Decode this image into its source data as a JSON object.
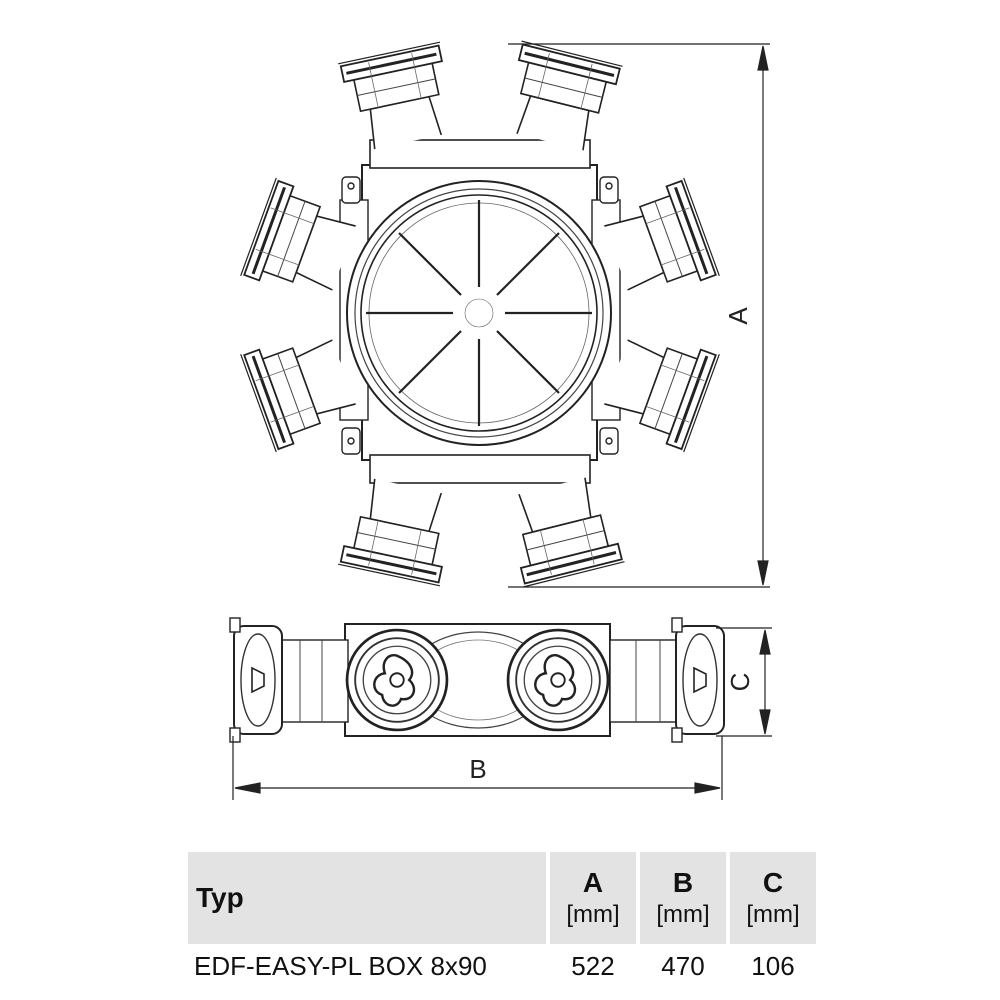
{
  "diagram": {
    "dimension_labels": {
      "a": "A",
      "b": "B",
      "c": "C"
    }
  },
  "table": {
    "header": {
      "typ": "Typ",
      "a_letter": "A",
      "a_unit": "[mm]",
      "b_letter": "B",
      "b_unit": "[mm]",
      "c_letter": "C",
      "c_unit": "[mm]"
    },
    "row": {
      "typ": "EDF-EASY-PL BOX 8x90",
      "a": "522",
      "b": "470",
      "c": "106"
    }
  }
}
